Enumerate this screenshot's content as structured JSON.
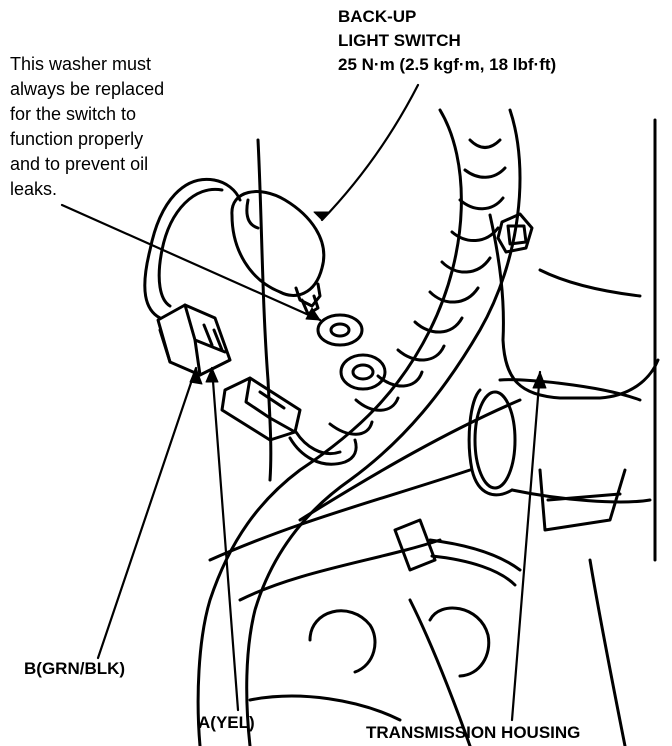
{
  "labels": {
    "switch_line1": "BACK-UP",
    "switch_line2": "LIGHT SWITCH",
    "switch_torque": "25 N·m (2.5 kgf·m, 18 lbf·ft)",
    "washer_note": [
      "This washer must",
      "always be replaced",
      "for the switch to",
      "function properly",
      "and to prevent oil",
      "leaks."
    ],
    "connector_b": "B(GRN/BLK)",
    "connector_a": "A(YEL)",
    "housing": "TRANSMISSION HOUSING"
  },
  "colors": {
    "ink": "#000000",
    "paper": "#ffffff"
  }
}
